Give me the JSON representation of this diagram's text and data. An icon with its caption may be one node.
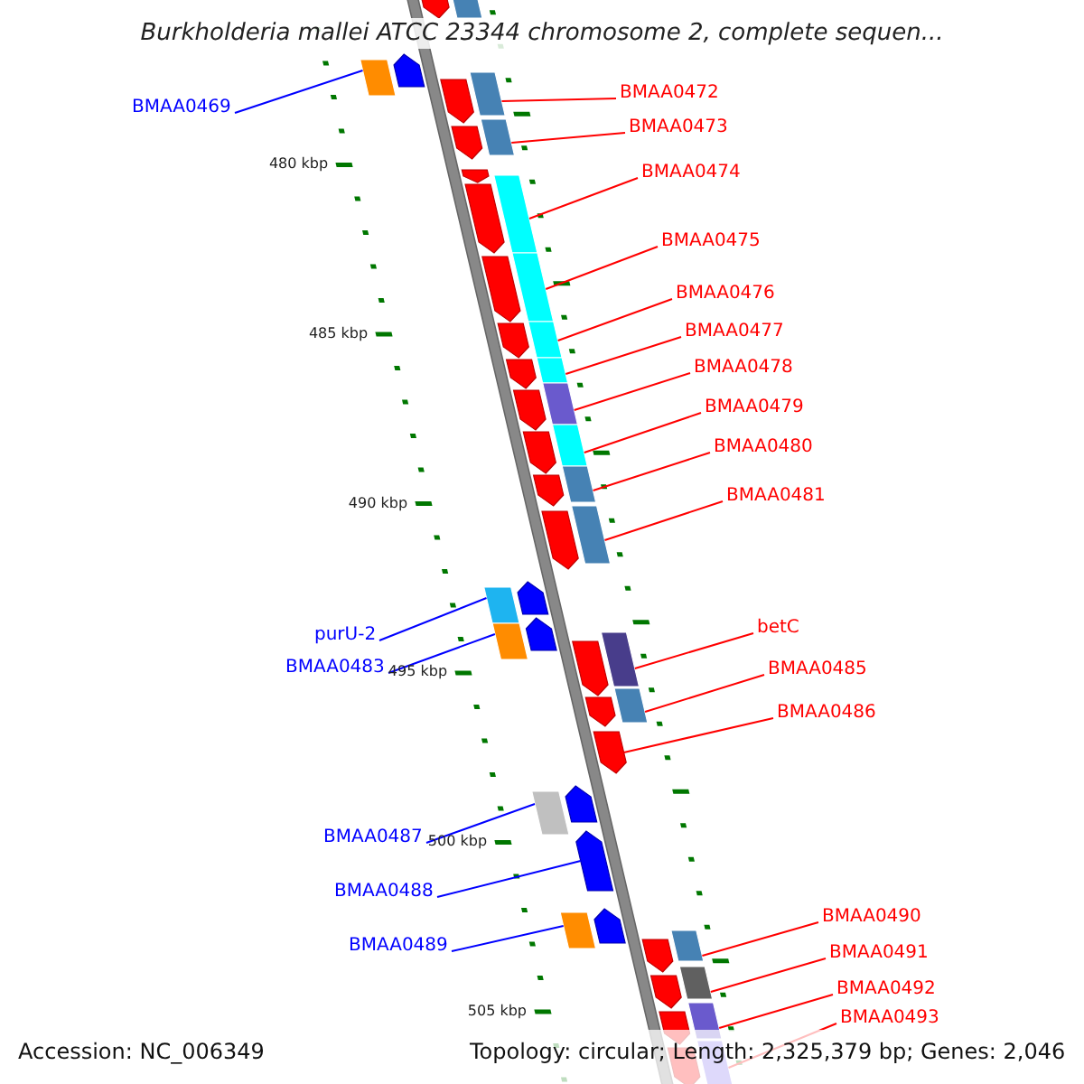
{
  "diagram": {
    "title": "Burkholderia mallei ATCC 23344 chromosome 2, complete sequen...",
    "nodes": [
      {
        "text": [
          "BMAA0469"
        ]
      },
      {
        "text": [],
        "shape": "arrow"
      },
      {
        "text": [
          "BMAA0472"
        ]
      },
      {
        "text": [],
        "shape": "arrow"
      },
      {
        "text": [
          "BMAA0473"
        ]
      },
      {
        "text": [],
        "shape": "arrow"
      },
      {
        "text": [
          "BMAA0474"
        ]
      },
      {
        "text": [],
        "shape": "arrow"
      },
      {
        "text": [
          "BMAA0475"
        ]
      },
      {
        "text": [],
        "shape": "arrow"
      },
      {
        "text": [
          "BMAA0476"
        ]
      },
      {
        "text": [],
        "shape": "arrow"
      },
      {
        "text": [
          "BMAA0477"
        ]
      },
      {
        "text": [],
        "shape": "arrow"
      },
      {
        "text": [
          "BMAA0478"
        ]
      },
      {
        "text": [],
        "shape": "arrow"
      },
      {
        "text": [
          "BMAA0479"
        ]
      },
      {
        "text": [],
        "shape": "arrow"
      },
      {
        "text": [
          "BMAA0480"
        ]
      },
      {
        "text": [],
        "shape": "arrow"
      },
      {
        "text": [
          "BMAA0481"
        ]
      },
      {
        "text": [],
        "shape": "arrow"
      },
      {
        "text": [
          "purU-2"
        ]
      },
      {
        "text": [],
        "shape": "arrow"
      },
      {
        "text": [
          "betC"
        ]
      },
      {
        "text": [],
        "shape": "arrow"
      },
      {
        "text": [
          "BMAA0483"
        ]
      },
      {
        "text": [],
        "shape": "arrow"
      },
      {
        "text": [
          "BMAA0485"
        ]
      },
      {
        "text": [],
        "shape": "arrow"
      },
      {
        "text": [
          "BMAA0486"
        ]
      },
      {
        "text": [],
        "shape": "arrow"
      },
      {
        "text": [
          "BMAA0487"
        ]
      },
      {
        "text": [],
        "shape": "arrow"
      },
      {
        "text": [
          "BMAA0488"
        ]
      },
      {
        "text": [],
        "shape": "arrow"
      },
      {
        "text": [
          "BMAA0489"
        ]
      },
      {
        "text": [],
        "shape": "arrow"
      },
      {
        "text": [
          "BMAA0490"
        ]
      },
      {
        "text": [],
        "shape": "arrow"
      },
      {
        "text": [
          "BMAA0491"
        ]
      },
      {
        "text": [],
        "shape": "arrow"
      },
      {
        "text": [
          "BMAA0492"
        ]
      },
      {
        "text": [],
        "shape": "arrow"
      },
      {
        "text": [
          "BMAA0493"
        ]
      },
      {
        "text": [],
        "shape": "arrow"
      },
      {
        "text": [],
        "shape": "arrow"
      },
      {
        "text": [],
        "shape": "arrow"
      }
    ],
    "edges": [
      {
        "from": 0,
        "to": 1,
        "arrow": "none",
        "color": "#0000ff"
      },
      {
        "from": 2,
        "to": 3,
        "arrow": "none"
      },
      {
        "from": 4,
        "to": 5,
        "arrow": "none"
      },
      {
        "from": 6,
        "to": 7,
        "arrow": "none"
      },
      {
        "from": 8,
        "to": 9,
        "arrow": "none"
      },
      {
        "from": 10,
        "to": 11,
        "arrow": "none"
      },
      {
        "from": 12,
        "to": 13,
        "arrow": "none"
      },
      {
        "from": 14,
        "to": 15,
        "arrow": "none"
      },
      {
        "from": 16,
        "to": 17,
        "arrow": "none"
      },
      {
        "from": 18,
        "to": 19,
        "arrow": "none"
      },
      {
        "from": 20,
        "to": 21,
        "arrow": "none"
      },
      {
        "from": 22,
        "to": 23,
        "arrow": "none",
        "color": "#0000ff"
      },
      {
        "from": 24,
        "to": 25,
        "arrow": "none"
      },
      {
        "from": 26,
        "to": 27,
        "arrow": "none",
        "color": "#0000ff"
      },
      {
        "from": 28,
        "to": 29,
        "arrow": "none"
      },
      {
        "from": 30,
        "to": 31,
        "arrow": "none"
      },
      {
        "from": 32,
        "to": 33,
        "arrow": "none",
        "color": "#0000ff"
      },
      {
        "from": 34,
        "to": 35,
        "arrow": "none",
        "color": "#0000ff"
      },
      {
        "from": 36,
        "to": 37,
        "arrow": "none",
        "color": "#0000ff"
      },
      {
        "from": 38,
        "to": 39,
        "arrow": "none"
      },
      {
        "from": 40,
        "to": 41,
        "arrow": "none"
      },
      {
        "from": 42,
        "to": 43,
        "arrow": "none"
      },
      {
        "from": 44,
        "to": 45,
        "arrow": "none"
      }
    ],
    "labels": [
      "480 kbp",
      "485 kbp",
      "490 kbp",
      "495 kbp",
      "500 kbp",
      "505 kbp",
      "Accession: NC_006349",
      "Topology: circular; Length: 2,325,379 bp; Genes: 2,046"
    ]
  }
}
